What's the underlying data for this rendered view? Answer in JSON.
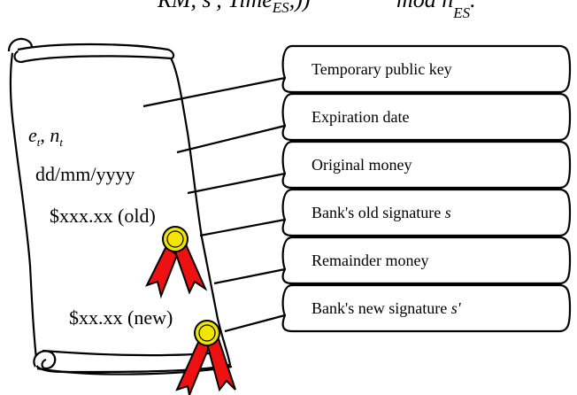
{
  "formula": {
    "left": "RM, s', Time",
    "left_sub": "ES",
    "left_tail": ",))",
    "right": "mod n",
    "right_sub": "ES",
    "right_tail": "."
  },
  "scroll": {
    "key_var": "e",
    "key_var_sub": "t",
    "key_sep": ", ",
    "key_mod": "n",
    "key_mod_sub": "t",
    "date": "dd/mm/yyyy",
    "original_amount": "$xxx.xx (old)",
    "new_amount": "$xx.xx (new)"
  },
  "callouts": [
    {
      "label": "Temporary public key",
      "italic": ""
    },
    {
      "label": "Expiration date",
      "italic": ""
    },
    {
      "label": "Original money",
      "italic": ""
    },
    {
      "label": "Bank's old signature ",
      "italic": "s"
    },
    {
      "label": "Remainder money",
      "italic": ""
    },
    {
      "label": "Bank's new signature ",
      "italic": "s'"
    }
  ],
  "colors": {
    "seal_gold": "#f2e600",
    "ribbon_red": "#ee1111",
    "outline": "#000000"
  }
}
